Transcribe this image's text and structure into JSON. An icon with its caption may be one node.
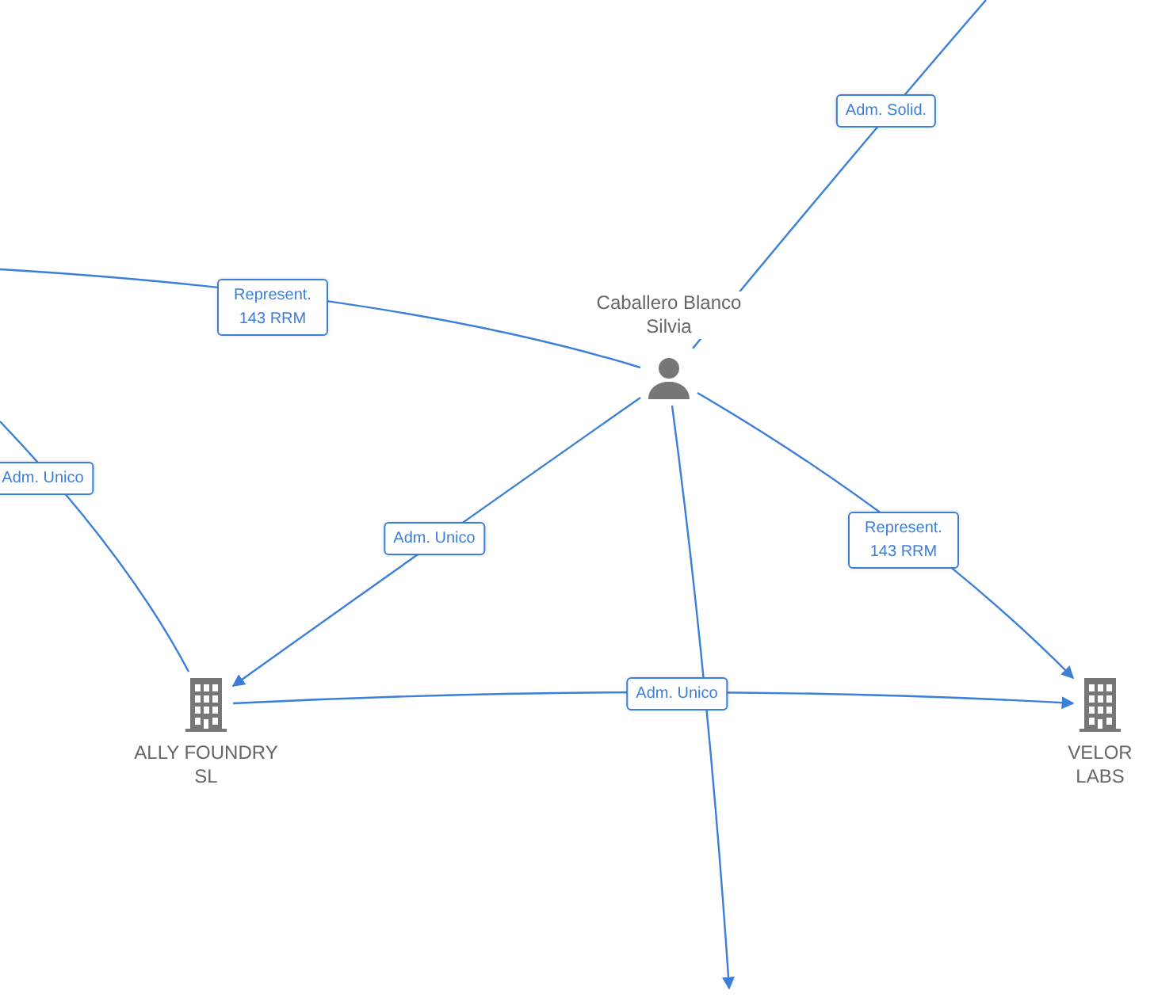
{
  "diagram": {
    "nodes": [
      {
        "text": [
          "Caballero Blanco Silvia"
        ]
      },
      {
        "text": [
          "ALLY FOUNDRY SL"
        ]
      },
      {
        "text": [
          "VELOR LABS"
        ]
      }
    ],
    "edges": [
      {
        "from": 0,
        "to": null,
        "label": "Adm. Solid.",
        "arrow": "none"
      },
      {
        "from": 0,
        "to": null,
        "label": "Represent. 143 RRM",
        "arrow": "none"
      },
      {
        "from": null,
        "to": 1,
        "label": "Adm. Unico",
        "arrow": "none"
      },
      {
        "from": 0,
        "to": 1,
        "label": "Adm. Unico",
        "arrow": "to"
      },
      {
        "from": 0,
        "to": 2,
        "label": "Represent. 143 RRM",
        "arrow": "to"
      },
      {
        "from": 1,
        "to": 2,
        "arrow": "to"
      },
      {
        "from": 0,
        "to": null,
        "label": "Adm. Unico",
        "arrow": "to"
      }
    ]
  }
}
